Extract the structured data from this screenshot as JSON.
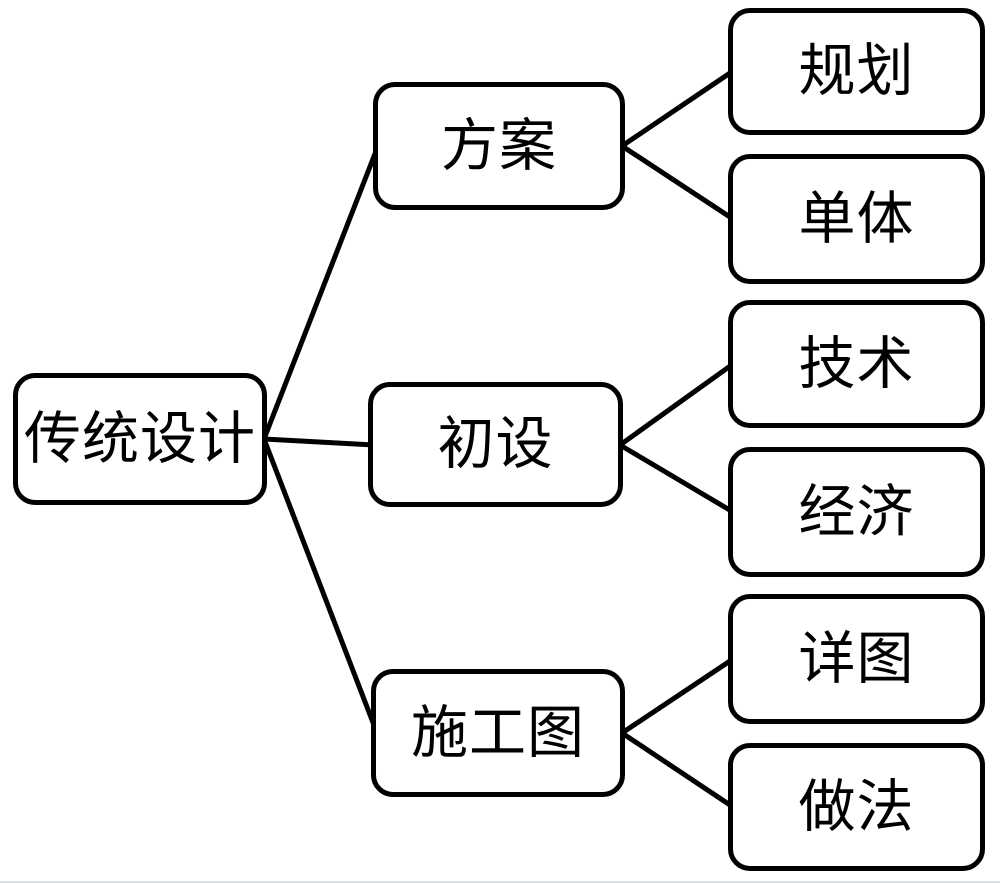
{
  "tree": {
    "root": {
      "label": "传统设计"
    },
    "children": [
      {
        "label": "方案",
        "children": [
          {
            "label": "规划"
          },
          {
            "label": "单体"
          }
        ]
      },
      {
        "label": "初设",
        "children": [
          {
            "label": "技术"
          },
          {
            "label": "经济"
          }
        ]
      },
      {
        "label": "施工图",
        "children": [
          {
            "label": "详图"
          },
          {
            "label": "做法"
          }
        ]
      }
    ]
  },
  "colors": {
    "line": "#000000",
    "box_border": "#000000",
    "box_fill": "#ffffff",
    "background": "#ffffff",
    "bottom_rule": "#dde2e7"
  }
}
